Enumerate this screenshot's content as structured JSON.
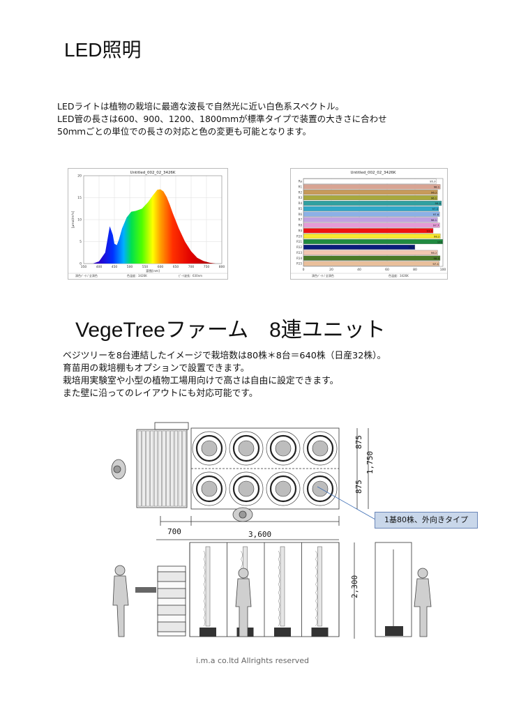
{
  "led_section": {
    "title": "LED照明",
    "paragraph_lines": [
      "LEDライトは植物の栽培に最適な波長で自然光に近い白色系スペクトル。",
      "LED管の長さは600、900、1200、1800mmが標準タイプで装置の大きさに合わせ",
      "50ｍｍごとの単位での長さの対応と色の変更も可能となります。"
    ]
  },
  "chart_data": [
    {
      "type": "area",
      "title": "Untitled_002_02_3426K",
      "xlabel": "波長[nm]",
      "ylabel": "[μmol/m²s]",
      "xlim": [
        350,
        800
      ],
      "ylim": [
        0,
        20
      ],
      "x_ticks": [
        350,
        400,
        450,
        500,
        550,
        600,
        650,
        700,
        750,
        800
      ],
      "y_ticks": [
        0,
        5,
        10,
        15,
        20
      ],
      "x": [
        380,
        400,
        420,
        435,
        445,
        450,
        458,
        465,
        475,
        490,
        505,
        520,
        540,
        560,
        575,
        590,
        600,
        610,
        620,
        630,
        640,
        660,
        680,
        700,
        720,
        740,
        760,
        780
      ],
      "y": [
        0,
        0.5,
        2.5,
        8.5,
        6.5,
        4.5,
        4.2,
        5.5,
        8.0,
        10.5,
        11.8,
        12.0,
        12.5,
        14.0,
        15.5,
        16.8,
        16.9,
        16.4,
        15.2,
        13.5,
        11.5,
        8.0,
        5.0,
        2.8,
        1.3,
        0.6,
        0.2,
        0
      ],
      "grid": true,
      "footer": [
        "演色ﾃﾞｰﾀ / 全演色",
        "色温度：3426K",
        "ﾋﾟｰｸ波長：630nm"
      ]
    },
    {
      "type": "bar",
      "title": "Untitled_002_02_3426K",
      "orientation": "horizontal",
      "xlim": [
        0,
        100
      ],
      "x_ticks": [
        0,
        20,
        40,
        60,
        80,
        100
      ],
      "categories": [
        "Ra",
        "R1",
        "R2",
        "R3",
        "R4",
        "R5",
        "R6",
        "R7",
        "R8",
        "R9",
        "R10",
        "R11",
        "R12",
        "R13",
        "R14",
        "R15"
      ],
      "values": [
        95.3,
        98.1,
        96.2,
        96.1,
        99.0,
        97.0,
        97.6,
        96.1,
        97.7,
        93.0,
        98.2,
        100.0,
        79.9,
        96.2,
        98.0,
        97.4
      ],
      "value_labels": [
        "95.3",
        "98.1",
        "96.2",
        "96.1",
        "99.0",
        "97.0",
        "97.6",
        "96.1",
        "97.7",
        "93.0",
        "98.2",
        "100",
        "79.9",
        "96.2",
        "98.0",
        "97.4"
      ],
      "colors": [
        "#ffffff",
        "#d8a493",
        "#c79a5a",
        "#a8a83c",
        "#30a0a0",
        "#30a8c8",
        "#8cb0e6",
        "#c0a0e0",
        "#e59bd6",
        "#ee1010",
        "#f8e830",
        "#208a40",
        "#0a1c7c",
        "#f2c7b2",
        "#4a7a28",
        "#e9bf9a"
      ],
      "grid": true,
      "footer": [
        "演色ﾃﾞｰﾀ / 全演色",
        "色温度：3426K"
      ]
    }
  ],
  "vege_section": {
    "title": "VegeTreeファーム　8連ユニット",
    "paragraph_lines": [
      "ベジツリーを8台連結したイメージで栽培数は80株＊8台＝640株（日産32株）。",
      "育苗用の栽培棚もオプションで設置できます。",
      "栽培用実験室や小型の植物工場用向けで高さは自由に設定できます。",
      "また壁に沿ってのレイアウトにも対応可能です。"
    ]
  },
  "diagram": {
    "dim_875_top": "875",
    "dim_1750": "1,750",
    "dim_875_bottom": "875",
    "dim_700": "700",
    "dim_3600": "3,600",
    "dim_2300": "2,300",
    "callout": "1基80株、外向きタイプ"
  },
  "footer": {
    "copyright": "i.m.a co.ltd Allrights reserved"
  }
}
